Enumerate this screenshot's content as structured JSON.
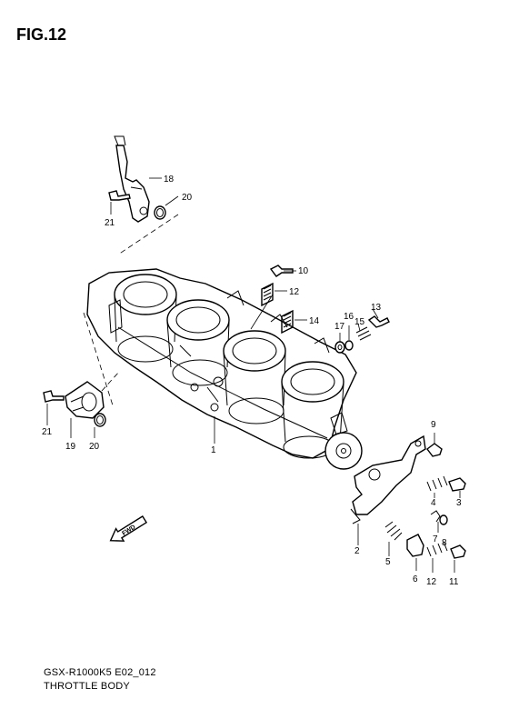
{
  "figure": {
    "title": "FIG.12",
    "code": "GSX-R1000K5 E02_012",
    "caption": "THROTTLE BODY",
    "fwd_marker": "FWD"
  },
  "callouts": [
    "1",
    "2",
    "3",
    "4",
    "5",
    "6",
    "7",
    "8",
    "9",
    "10",
    "11",
    "12",
    "12",
    "13",
    "14",
    "15",
    "16",
    "17",
    "18",
    "19",
    "20",
    "20",
    "21",
    "21"
  ]
}
